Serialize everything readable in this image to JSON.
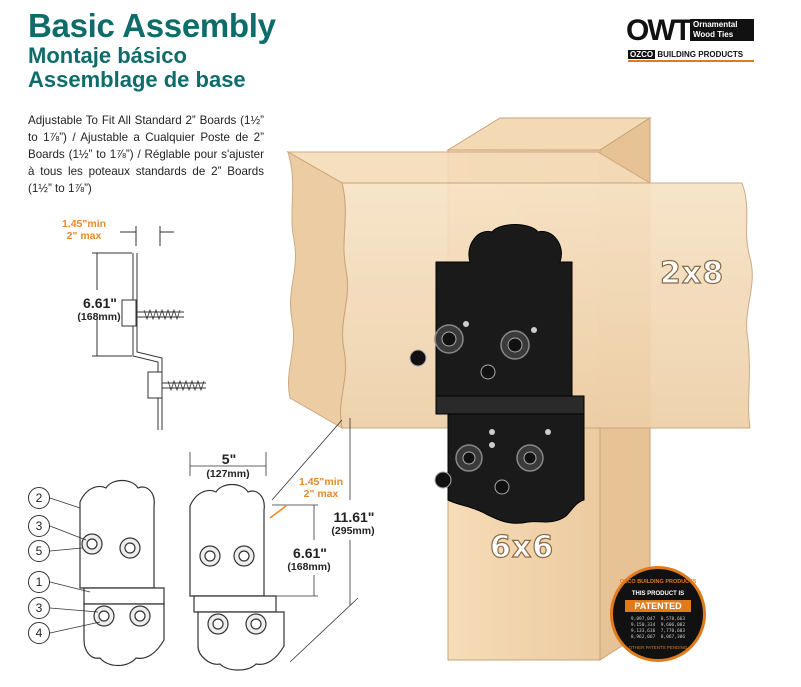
{
  "title": {
    "main": "Basic Assembly",
    "spanish": "Montaje básico",
    "french": "Assemblage de base"
  },
  "description": "Adjustable To Fit All Standard 2” Boards (1½” to 1⅞”) / Ajustable a Cualquier Poste de 2” Boards (1½” to 1⅞”) / Réglable pour s'ajuster à tous les poteaux standards de 2” Boards (1½” to 1⅞”)",
  "logo": {
    "owt": "OWT",
    "tagline": "Ornamental Wood Ties",
    "ozco": "OZCO",
    "ozco_rest": "BUILDING PRODUCTS",
    "accent_color": "#e07b1c"
  },
  "side_view": {
    "gap_min": "1.45\"min",
    "gap_max": "2\" max",
    "height": "6.61\"",
    "height_mm": "(168mm)"
  },
  "front_view": {
    "width": "5\"",
    "width_mm": "(127mm)",
    "gap_min": "1.45\"min",
    "gap_max": "2\" max",
    "upper_height": "6.61\"",
    "upper_height_mm": "(168mm)",
    "total_height": "11.61\"",
    "total_height_mm": "(295mm)"
  },
  "callouts": [
    "2",
    "3",
    "5",
    "1",
    "3",
    "4"
  ],
  "wood_labels": {
    "beam": "2x8",
    "post": "6x6"
  },
  "badge": {
    "top": "OZCO BUILDING PRODUCTS",
    "this": "THIS PRODUCT IS",
    "patented": "PATENTED",
    "numbers": "9,097,047  8,578,663\n9,150,334  9,606,082\n9,133,636  7,770,603\n8,962,067  8,067,306",
    "bottom": "OTHER PATENTS PENDING"
  },
  "colors": {
    "title": "#0e6d6a",
    "dimension_accent": "#e8892b",
    "wood": "#f3d8b4",
    "bracket": "#1a1a1a"
  }
}
